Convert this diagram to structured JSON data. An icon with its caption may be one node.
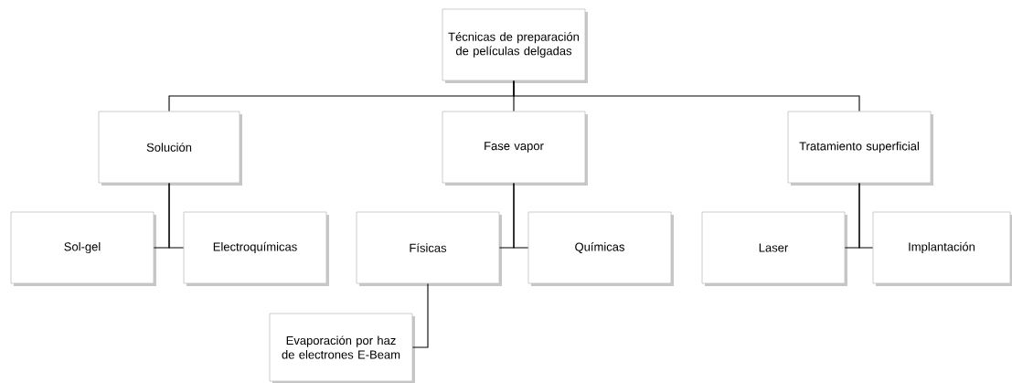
{
  "diagram": {
    "nodes": [
      {
        "text": [
          "Técnicas de preparación de películas delgadas"
        ]
      },
      {
        "text": [
          "Solución"
        ]
      },
      {
        "text": [
          "Fase vapor"
        ]
      },
      {
        "text": [
          "Tratamiento superficial"
        ]
      },
      {
        "text": [
          "Sol-gel"
        ]
      },
      {
        "text": [
          "Electroquímicas"
        ]
      },
      {
        "text": [
          "Físicas"
        ]
      },
      {
        "text": [
          "Químicas"
        ]
      },
      {
        "text": [
          "Laser"
        ]
      },
      {
        "text": [
          "Implantación"
        ]
      },
      {
        "text": [
          "Evaporación por haz de electrones E-Beam"
        ]
      }
    ],
    "edges": [
      {
        "from": 0,
        "to": 1,
        "arrow": "none"
      },
      {
        "from": 0,
        "to": 2,
        "arrow": "none"
      },
      {
        "from": 0,
        "to": 3,
        "arrow": "none"
      },
      {
        "from": 1,
        "to": 4,
        "arrow": "none"
      },
      {
        "from": 1,
        "to": 5,
        "arrow": "none"
      },
      {
        "from": 2,
        "to": 6,
        "arrow": "none"
      },
      {
        "from": 2,
        "to": 7,
        "arrow": "none"
      },
      {
        "from": 3,
        "to": 8,
        "arrow": "none"
      },
      {
        "from": 3,
        "to": 9,
        "arrow": "none"
      },
      {
        "from": 6,
        "to": 10,
        "arrow": "none"
      }
    ]
  }
}
